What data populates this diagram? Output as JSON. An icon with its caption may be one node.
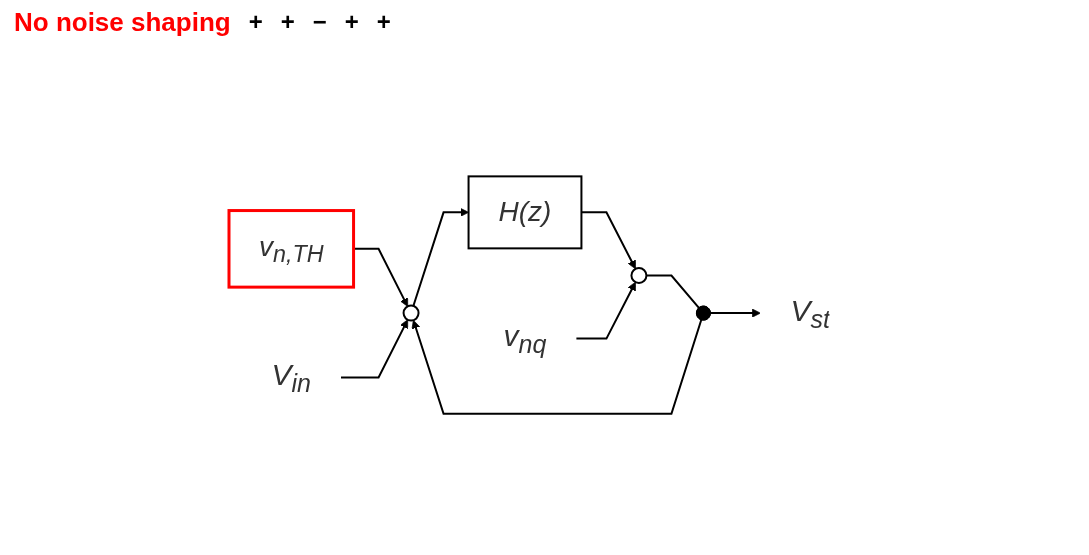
{
  "diagram": {
    "nodes": [
      {
        "text": [
          "v$_{n,TH}$"
        ]
      },
      {
        "text": [
          "V$_{in}$"
        ]
      },
      {
        "text": [],
        "shape": "circle"
      },
      {
        "text": [
          "H(z)"
        ]
      },
      {
        "text": [],
        "shape": "circle"
      },
      {
        "text": [],
        "shape": "dot"
      },
      {
        "text": [
          "V$_{st}$"
        ]
      },
      {
        "text": [
          "v$_{nq}$"
        ]
      }
    ],
    "edges": [
      {
        "from": 0,
        "to": 2,
        "arrow": "to"
      },
      {
        "from": 1,
        "to": 2,
        "arrow": "to"
      },
      {
        "from": 2,
        "to": 3,
        "arrow": "to"
      },
      {
        "from": 3,
        "to": 4,
        "arrow": "to"
      },
      {
        "from": 7,
        "to": 4,
        "arrow": "to"
      },
      {
        "from": 4,
        "to": 5,
        "arrow": "none"
      },
      {
        "from": 5,
        "to": 6,
        "arrow": "to"
      },
      {
        "from": 5,
        "to": 2,
        "arrow": "to"
      }
    ],
    "labels": [
      "No noise shaping",
      "+",
      "+",
      "−",
      "+",
      "+"
    ]
  }
}
